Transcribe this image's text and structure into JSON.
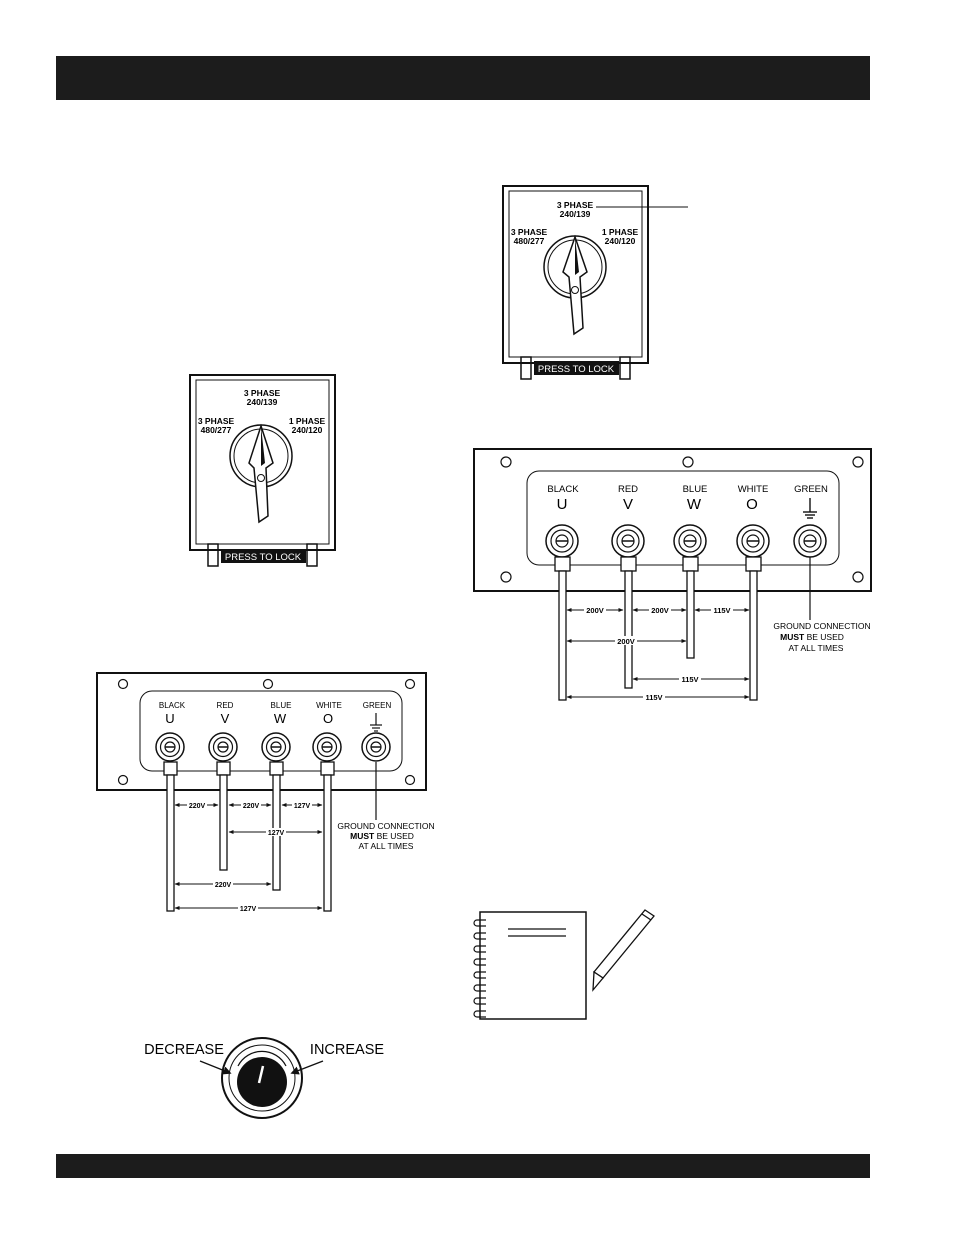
{
  "switch": {
    "top_line1": "3 PHASE",
    "top_line2": "240/139",
    "left_line1": "3 PHASE",
    "left_line2": "480/277",
    "right_line1": "1 PHASE",
    "right_line2": "240/120",
    "lock_label": "PRESS TO LOCK"
  },
  "terminals": {
    "black": "BLACK",
    "red": "RED",
    "blue": "BLUE",
    "white": "WHITE",
    "green": "GREEN",
    "u": "U",
    "v": "V",
    "w": "W",
    "o": "O"
  },
  "panel_220": {
    "uv": "220V",
    "vw": "220V",
    "wo": "127V",
    "vo": "127V",
    "uw": "220V",
    "uo": "127V"
  },
  "panel_200": {
    "uv": "200V",
    "vw": "200V",
    "wo": "115V",
    "uw": "200V",
    "vo": "115V",
    "uo": "115V"
  },
  "ground": {
    "line1": "GROUND CONNECTION",
    "line2_bold": "MUST",
    "line2_rest": " BE USED",
    "line3": "AT ALL TIMES"
  },
  "knob": {
    "decrease": "DECREASE",
    "increase": "INCREASE"
  }
}
